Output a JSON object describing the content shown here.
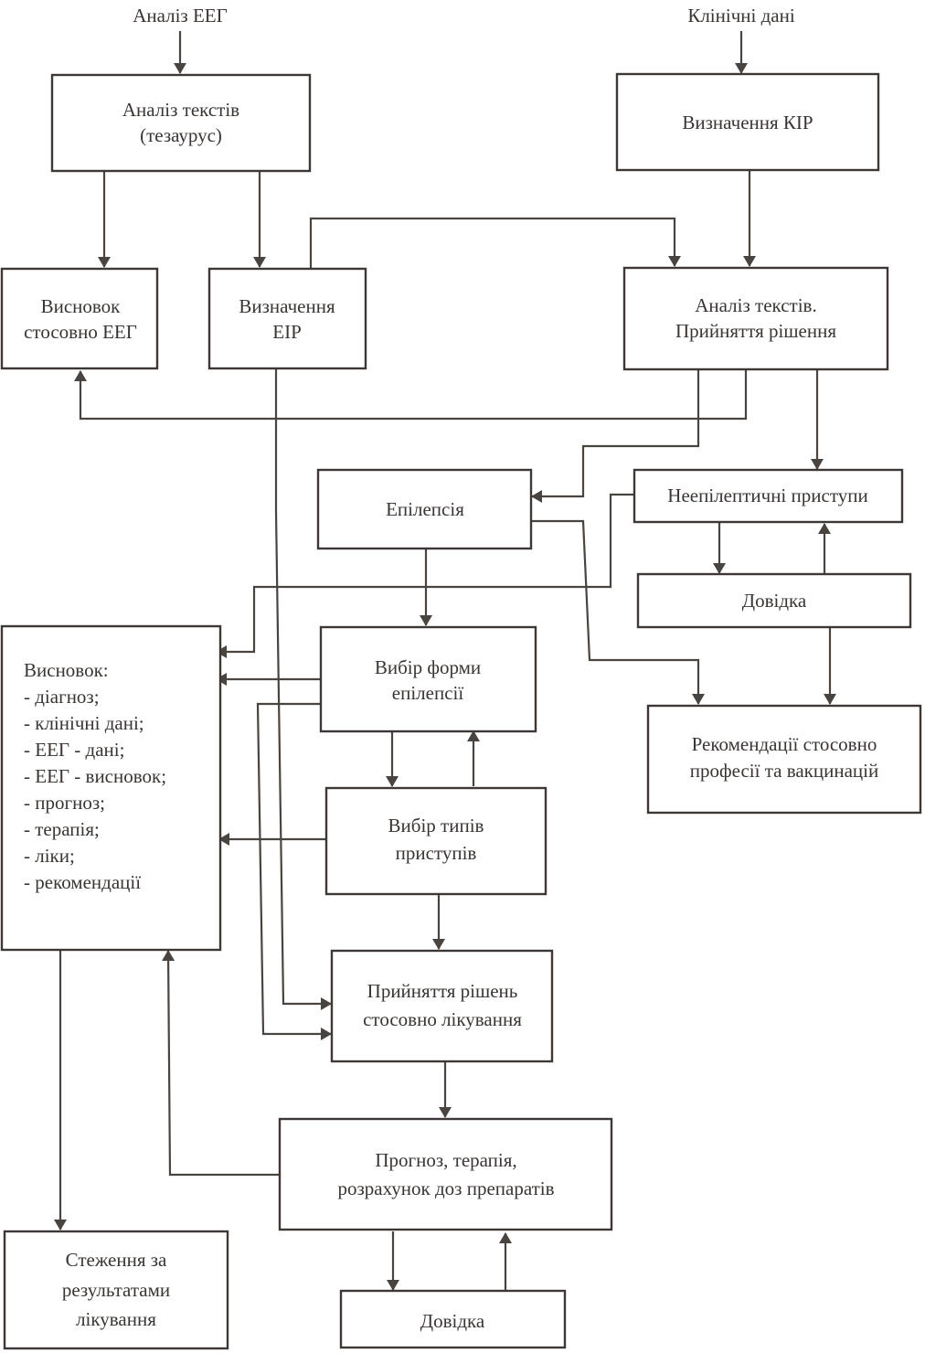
{
  "figure": {
    "inputs": {
      "eeg_analysis": "Аналіз ЕЕГ",
      "clinical_data": "Клінічні дані"
    },
    "nodes": {
      "text_analysis_thesaurus": [
        "Аналіз текстів",
        "(тезаурус)"
      ],
      "kir_definition": [
        "Визначення КІР"
      ],
      "eeg_conclusion": [
        "Висновок",
        "стосовно ЕЕГ"
      ],
      "eir_definition": [
        "Визначення",
        "ЕІР"
      ],
      "text_analysis_decision": [
        "Аналіз текстів.",
        "Прийняття рішення"
      ],
      "epilepsy": [
        "Епілепсія"
      ],
      "non_epileptic_seizures": [
        "Неепілептичні приступи"
      ],
      "reference_right": [
        "Довідка"
      ],
      "final_conclusion": [
        "Висновок:",
        "- діагноз;",
        "- клінічні дані;",
        "- ЕЕГ - дані;",
        "- ЕЕГ - висновок;",
        "- прогноз;",
        "- терапія;",
        "- ліки;",
        "- рекомендації"
      ],
      "epilepsy_form_choice": [
        "Вибір форми",
        "епілепсії"
      ],
      "recommendations": [
        "Рекомендації стосовно",
        "професії та вакцинацій"
      ],
      "seizure_type_choice": [
        "Вибір типів",
        "приступів"
      ],
      "treatment_decision": [
        "Прийняття рішень",
        "стосовно лікування"
      ],
      "prognosis_therapy": [
        "Прогноз, терапія,",
        "розрахунок доз препаратів"
      ],
      "monitoring": [
        "Стеження за",
        "результатами",
        "лікування"
      ],
      "reference_bottom": [
        "Довідка"
      ]
    }
  }
}
